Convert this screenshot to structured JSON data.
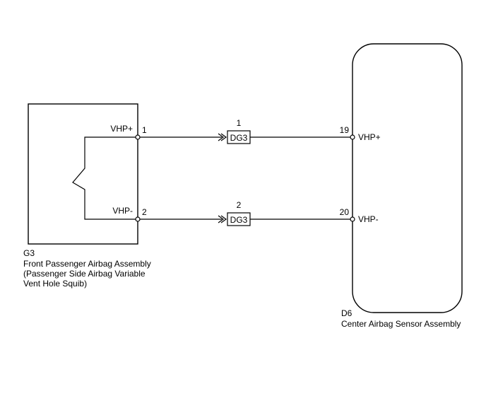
{
  "left_component": {
    "code": "G3",
    "name_line1": "Front Passenger Airbag Assembly",
    "name_line2": "(Passenger Side Airbag Variable",
    "name_line3": "Vent Hole Squib)",
    "pin_upper": {
      "signal": "VHP+",
      "number": "1"
    },
    "pin_lower": {
      "signal": "VHP-",
      "number": "2"
    }
  },
  "right_component": {
    "code": "D6",
    "name": "Center Airbag Sensor Assembly",
    "pin_upper": {
      "signal": "VHP+",
      "number": "19"
    },
    "pin_lower": {
      "signal": "VHP-",
      "number": "20"
    }
  },
  "connectors": {
    "upper": {
      "name": "DG3",
      "pin": "1"
    },
    "lower": {
      "name": "DG3",
      "pin": "2"
    }
  }
}
